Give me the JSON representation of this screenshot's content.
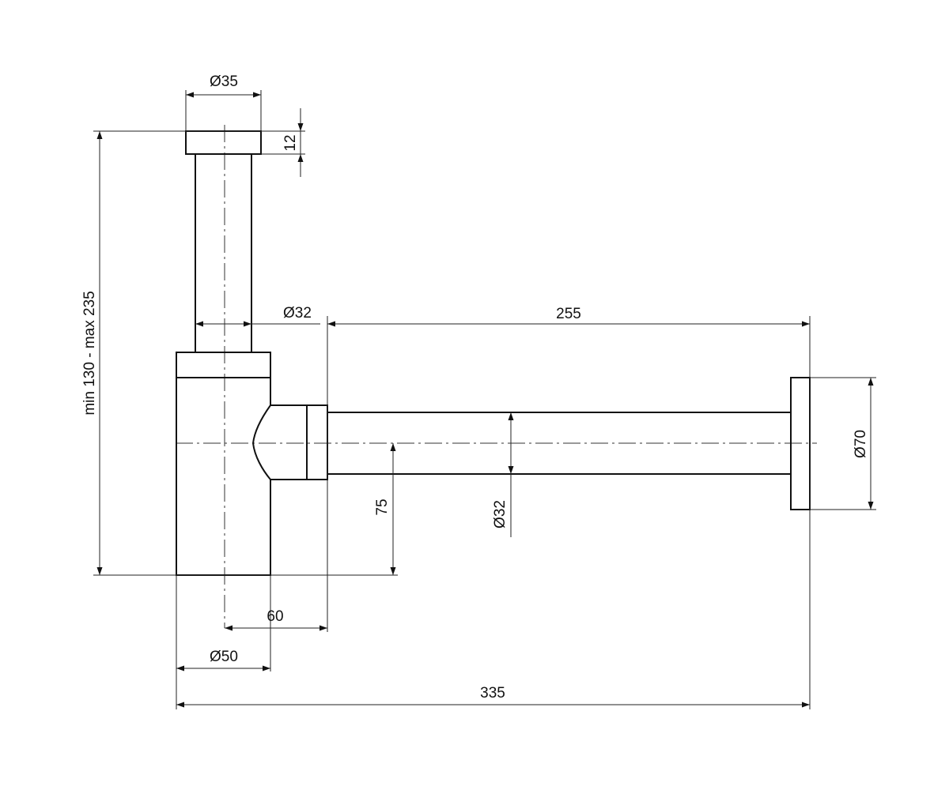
{
  "dimensions": {
    "top_diameter": "Ø35",
    "cap_height": "12",
    "height_range": "min 130 - max 235",
    "inlet_pipe_diameter": "Ø32",
    "outlet_length": "255",
    "wall_flange_diameter": "Ø70",
    "outlet_height": "75",
    "outlet_pipe_diameter": "Ø32",
    "axis_offset": "60",
    "body_diameter": "Ø50",
    "overall_length": "335"
  },
  "colors": {
    "line": "#111111",
    "background": "#ffffff"
  }
}
